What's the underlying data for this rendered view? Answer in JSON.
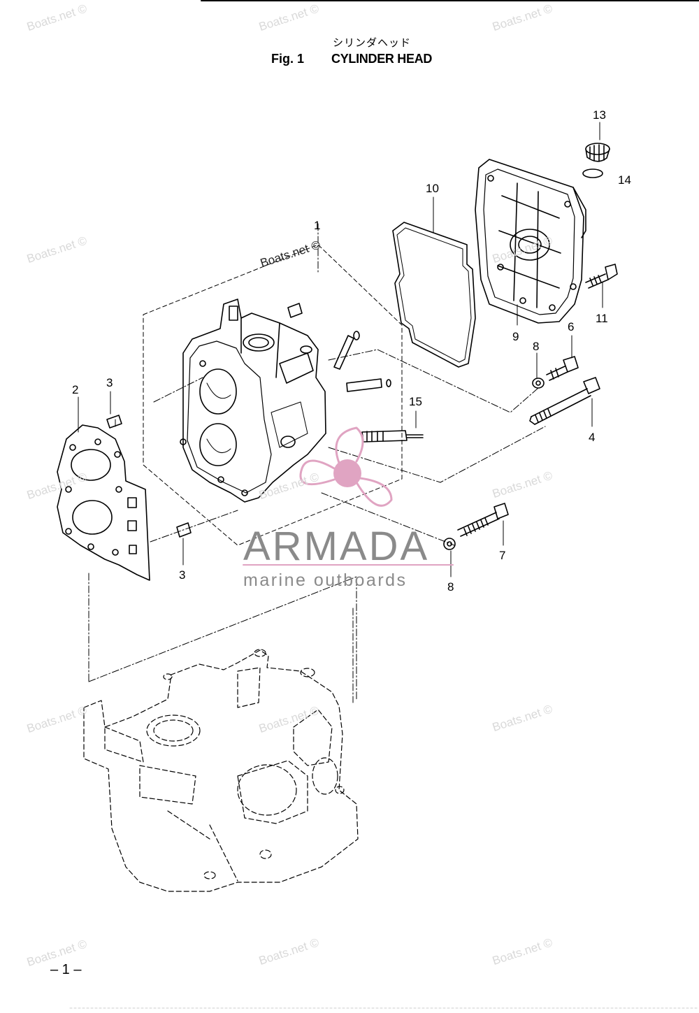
{
  "header": {
    "japanese_title": "シリンダヘッド",
    "figure_label": "Fig. 1",
    "figure_title": "CYLINDER HEAD"
  },
  "callouts": [
    "1",
    "2",
    "3",
    "3",
    "4",
    "6",
    "7",
    "8",
    "8",
    "9",
    "10",
    "11",
    "13",
    "14",
    "15"
  ],
  "watermark_text": "Boats.net ©",
  "logo": {
    "name": "ARMADA",
    "tagline": "marine outboards",
    "accent_color": "#e0a4c2",
    "text_color": "#8a8a8a"
  },
  "page_number": "– 1 –"
}
